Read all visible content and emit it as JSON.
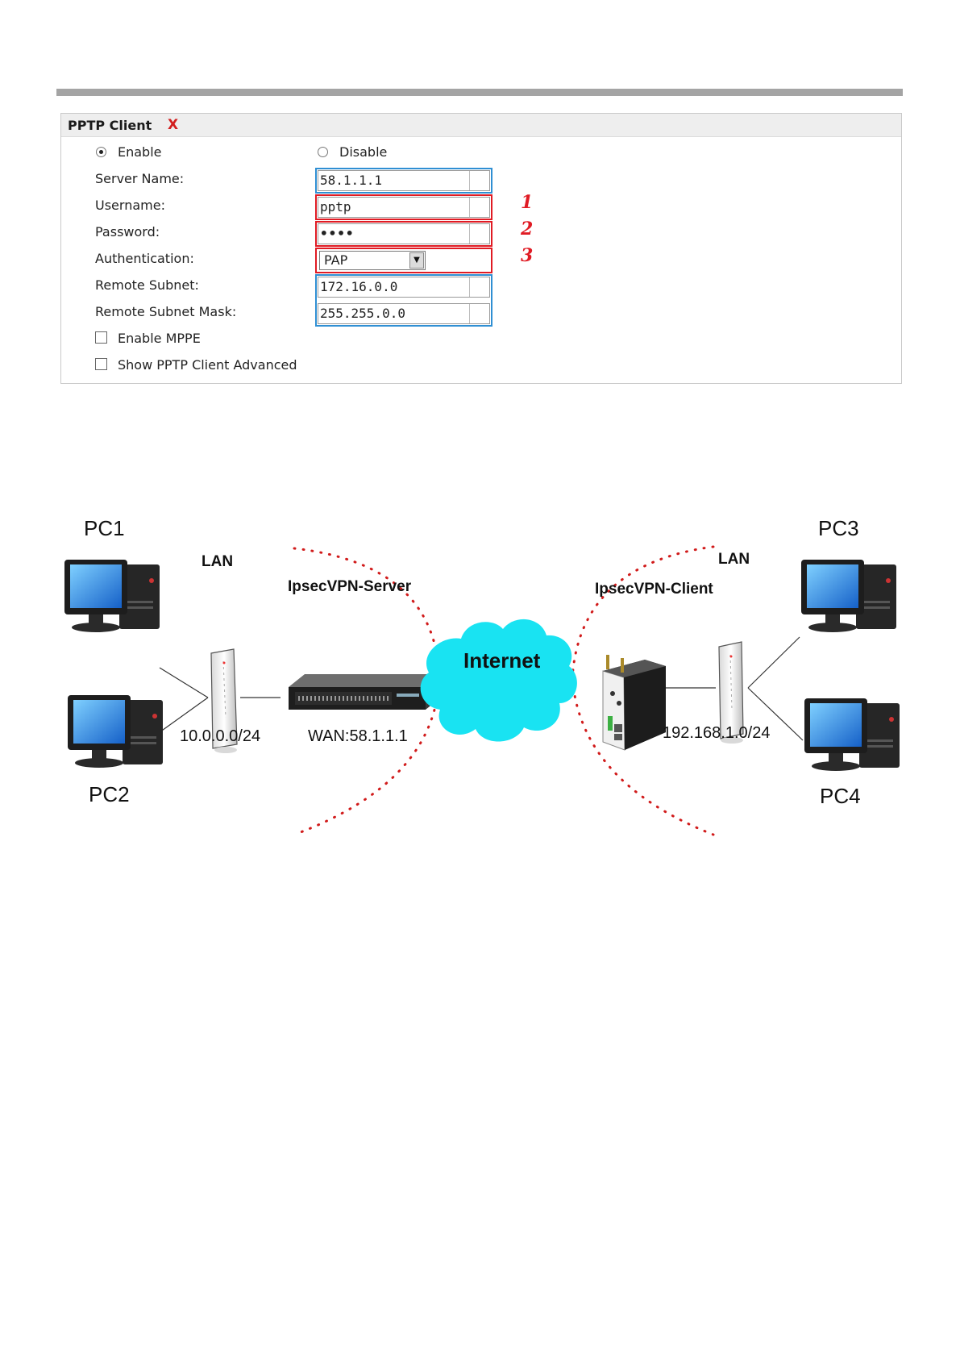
{
  "panel": {
    "title": "PPTP Client",
    "close_label": "X",
    "enable_label": "Enable",
    "disable_label": "Disable",
    "enable_selected": true,
    "fields": {
      "server_name": {
        "label": "Server Name:",
        "value": "58.1.1.1"
      },
      "username": {
        "label": "Username:",
        "value": "pptp"
      },
      "password": {
        "label": "Password:",
        "value": "••••"
      },
      "authentication": {
        "label": "Authentication:",
        "value": "PAP"
      },
      "remote_subnet": {
        "label": "Remote Subnet:",
        "value": "172.16.0.0"
      },
      "remote_subnet_mask": {
        "label": "Remote Subnet Mask:",
        "value": "255.255.0.0"
      }
    },
    "enable_mppe_label": "Enable MPPE",
    "show_advanced_label": "Show PPTP Client Advanced",
    "markers": [
      "1",
      "2",
      "3"
    ],
    "colors": {
      "highlight_red": "#e01b24",
      "highlight_blue": "#2f8fd3"
    }
  },
  "diagram": {
    "pc1": "PC1",
    "pc2": "PC2",
    "pc3": "PC3",
    "pc4": "PC4",
    "lan_left": "LAN",
    "lan_right": "LAN",
    "server_label": "IpsecVPN-Server",
    "client_label": "IpsecVPN-Client",
    "internet_label": "Internet",
    "left_subnet": "10.0.0.0/24",
    "wan_label": "WAN:58.1.1.1",
    "right_subnet": "192.168.1.0/24",
    "colors": {
      "cloud": "#19e3f2",
      "dotted_boundary": "#d11b1b"
    }
  }
}
